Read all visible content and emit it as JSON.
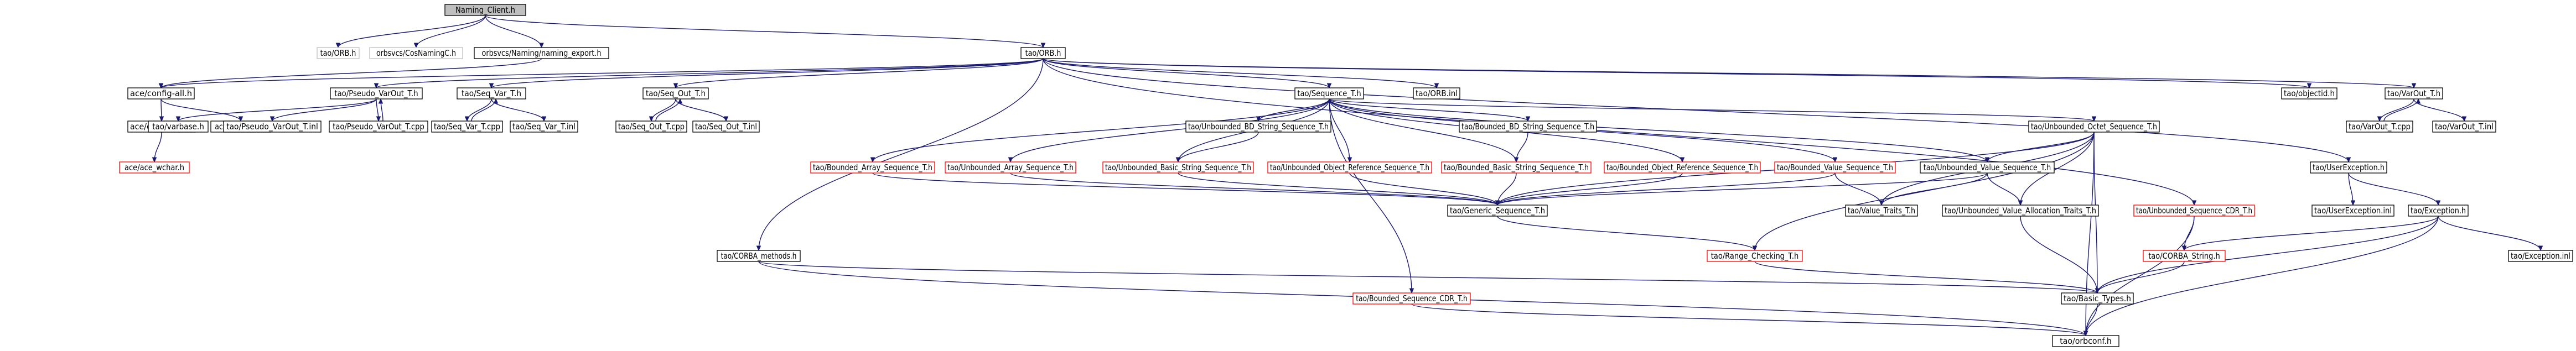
{
  "graph": {
    "nodes": [
      {
        "id": "n0",
        "label": "Naming_Client.h",
        "style": "root"
      },
      {
        "id": "n1",
        "label": "tao/ORB.h",
        "style": "light"
      },
      {
        "id": "n2",
        "label": "orbsvcs/CosNamingC.h",
        "style": "light"
      },
      {
        "id": "n3",
        "label": "orbsvcs/Naming/naming_export.h",
        "style": "normal"
      },
      {
        "id": "n4",
        "label": "tao/ORB.h",
        "style": "normal"
      },
      {
        "id": "n5",
        "label": "ace/config-all.h",
        "style": "normal"
      },
      {
        "id": "n6",
        "label": "ace/config-lite.h",
        "style": "normal"
      },
      {
        "id": "n7",
        "label": "ace/OS_main.h",
        "style": "normal"
      },
      {
        "id": "n8",
        "label": "ace/ace_wchar.h",
        "style": "red"
      },
      {
        "id": "n9",
        "label": "tao/Pseudo_VarOut_T.h",
        "style": "normal"
      },
      {
        "id": "n10",
        "label": "tao/varbase.h",
        "style": "normal"
      },
      {
        "id": "n11",
        "label": "tao/Pseudo_VarOut_T.inl",
        "style": "normal"
      },
      {
        "id": "n12",
        "label": "tao/Pseudo_VarOut_T.cpp",
        "style": "normal"
      },
      {
        "id": "n13",
        "label": "tao/Seq_Var_T.h",
        "style": "normal"
      },
      {
        "id": "n14",
        "label": "tao/Seq_Var_T.cpp",
        "style": "normal"
      },
      {
        "id": "n15",
        "label": "tao/Seq_Var_T.inl",
        "style": "normal"
      },
      {
        "id": "n16",
        "label": "tao/Seq_Out_T.h",
        "style": "normal"
      },
      {
        "id": "n17",
        "label": "tao/Seq_Out_T.cpp",
        "style": "normal"
      },
      {
        "id": "n18",
        "label": "tao/Seq_Out_T.inl",
        "style": "normal"
      },
      {
        "id": "n19",
        "label": "tao/Sequence_T.h",
        "style": "normal"
      },
      {
        "id": "n20",
        "label": "tao/ORB.inl",
        "style": "normal"
      },
      {
        "id": "n21",
        "label": "tao/Unbounded_BD_String_Sequence_T.h",
        "style": "normal"
      },
      {
        "id": "n22",
        "label": "tao/Bounded_BD_String_Sequence_T.h",
        "style": "normal"
      },
      {
        "id": "n23",
        "label": "tao/Unbounded_Octet_Sequence_T.h",
        "style": "normal"
      },
      {
        "id": "n24",
        "label": "tao/objectid.h",
        "style": "normal"
      },
      {
        "id": "n25",
        "label": "tao/VarOut_T.h",
        "style": "normal"
      },
      {
        "id": "n26",
        "label": "tao/VarOut_T.cpp",
        "style": "normal"
      },
      {
        "id": "n27",
        "label": "tao/VarOut_T.inl",
        "style": "normal"
      },
      {
        "id": "n28",
        "label": "tao/Bounded_Array_Sequence_T.h",
        "style": "red"
      },
      {
        "id": "n29",
        "label": "tao/Unbounded_Array_Sequence_T.h",
        "style": "red"
      },
      {
        "id": "n30",
        "label": "tao/Unbounded_Basic_String_Sequence_T.h",
        "style": "red"
      },
      {
        "id": "n31",
        "label": "tao/Unbounded_Object_Reference_Sequence_T.h",
        "style": "red"
      },
      {
        "id": "n32",
        "label": "tao/Bounded_Basic_String_Sequence_T.h",
        "style": "red"
      },
      {
        "id": "n33",
        "label": "tao/Bounded_Object_Reference_Sequence_T.h",
        "style": "red"
      },
      {
        "id": "n34",
        "label": "tao/Bounded_Value_Sequence_T.h",
        "style": "red"
      },
      {
        "id": "n35",
        "label": "tao/Unbounded_Value_Sequence_T.h",
        "style": "normal"
      },
      {
        "id": "n36",
        "label": "tao/UserException.h",
        "style": "normal"
      },
      {
        "id": "n37",
        "label": "tao/Generic_Sequence_T.h",
        "style": "normal"
      },
      {
        "id": "n38",
        "label": "tao/Value_Traits_T.h",
        "style": "normal"
      },
      {
        "id": "n39",
        "label": "tao/Unbounded_Value_Allocation_Traits_T.h",
        "style": "normal"
      },
      {
        "id": "n40",
        "label": "tao/Unbounded_Sequence_CDR_T.h",
        "style": "red"
      },
      {
        "id": "n41",
        "label": "tao/UserException.inl",
        "style": "normal"
      },
      {
        "id": "n42",
        "label": "tao/Exception.h",
        "style": "normal"
      },
      {
        "id": "n43",
        "label": "tao/CORBA_methods.h",
        "style": "normal"
      },
      {
        "id": "n44",
        "label": "tao/Range_Checking_T.h",
        "style": "red"
      },
      {
        "id": "n45",
        "label": "tao/CORBA_String.h",
        "style": "red"
      },
      {
        "id": "n46",
        "label": "tao/Exception.inl",
        "style": "normal"
      },
      {
        "id": "n47",
        "label": "tao/Bounded_Sequence_CDR_T.h",
        "style": "red"
      },
      {
        "id": "n48",
        "label": "tao/Basic_Types.h",
        "style": "normal"
      },
      {
        "id": "n49",
        "label": "tao/orbconf.h",
        "style": "normal"
      }
    ],
    "edges": [
      [
        "n0",
        "n1"
      ],
      [
        "n0",
        "n2"
      ],
      [
        "n0",
        "n3"
      ],
      [
        "n0",
        "n4"
      ],
      [
        "n3",
        "n5"
      ],
      [
        "n5",
        "n6"
      ],
      [
        "n5",
        "n7"
      ],
      [
        "n6",
        "n8"
      ],
      [
        "n4",
        "n5"
      ],
      [
        "n4",
        "n9"
      ],
      [
        "n4",
        "n13"
      ],
      [
        "n4",
        "n16"
      ],
      [
        "n4",
        "n19"
      ],
      [
        "n4",
        "n20"
      ],
      [
        "n4",
        "n24"
      ],
      [
        "n4",
        "n25"
      ],
      [
        "n4",
        "n36"
      ],
      [
        "n4",
        "n43"
      ],
      [
        "n4",
        "n40"
      ],
      [
        "n9",
        "n10"
      ],
      [
        "n9",
        "n11"
      ],
      [
        "n9",
        "n12"
      ],
      [
        "n12",
        "n9"
      ],
      [
        "n13",
        "n14"
      ],
      [
        "n13",
        "n15"
      ],
      [
        "n14",
        "n13"
      ],
      [
        "n16",
        "n17"
      ],
      [
        "n16",
        "n18"
      ],
      [
        "n17",
        "n16"
      ],
      [
        "n25",
        "n26"
      ],
      [
        "n25",
        "n27"
      ],
      [
        "n26",
        "n25"
      ],
      [
        "n19",
        "n28"
      ],
      [
        "n19",
        "n29"
      ],
      [
        "n19",
        "n30"
      ],
      [
        "n19",
        "n31"
      ],
      [
        "n19",
        "n32"
      ],
      [
        "n19",
        "n33"
      ],
      [
        "n19",
        "n34"
      ],
      [
        "n19",
        "n35"
      ],
      [
        "n19",
        "n21"
      ],
      [
        "n19",
        "n22"
      ],
      [
        "n19",
        "n23"
      ],
      [
        "n19",
        "n47"
      ],
      [
        "n21",
        "n30"
      ],
      [
        "n22",
        "n32"
      ],
      [
        "n23",
        "n35"
      ],
      [
        "n23",
        "n38"
      ],
      [
        "n23",
        "n39"
      ],
      [
        "n23",
        "n44"
      ],
      [
        "n23",
        "n48"
      ],
      [
        "n23",
        "n49"
      ],
      [
        "n23",
        "n37"
      ],
      [
        "n28",
        "n37"
      ],
      [
        "n29",
        "n37"
      ],
      [
        "n30",
        "n37"
      ],
      [
        "n31",
        "n37"
      ],
      [
        "n32",
        "n37"
      ],
      [
        "n33",
        "n37"
      ],
      [
        "n34",
        "n37"
      ],
      [
        "n35",
        "n37"
      ],
      [
        "n34",
        "n38"
      ],
      [
        "n35",
        "n38"
      ],
      [
        "n35",
        "n39"
      ],
      [
        "n37",
        "n44"
      ],
      [
        "n44",
        "n48"
      ],
      [
        "n39",
        "n48"
      ],
      [
        "n36",
        "n41"
      ],
      [
        "n36",
        "n42"
      ],
      [
        "n42",
        "n45"
      ],
      [
        "n42",
        "n46"
      ],
      [
        "n42",
        "n48"
      ],
      [
        "n42",
        "n49"
      ],
      [
        "n40",
        "n45"
      ],
      [
        "n40",
        "n49"
      ],
      [
        "n45",
        "n48"
      ],
      [
        "n43",
        "n48"
      ],
      [
        "n43",
        "n49"
      ],
      [
        "n47",
        "n49"
      ],
      [
        "n48",
        "n49"
      ]
    ]
  }
}
